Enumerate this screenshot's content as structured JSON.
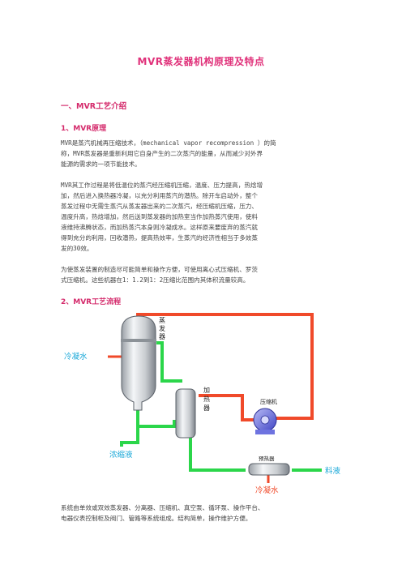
{
  "title": "MVR蒸发器机构原理及特点",
  "section1": {
    "heading": "一、MVR工艺介绍"
  },
  "sub1": {
    "heading": "1、MVR原理"
  },
  "p1": [
    "MVR是蒸汽机械再压缩技术，（mechanical vapor recompression ）的简",
    "称，MVR蒸发器是重新利用它自身产生的二次蒸汽的能量，从而减少对外界",
    "能源的需求的一项节能技术。"
  ],
  "p2": [
    "MVR其工作过程是将低温位的蒸汽经压缩机压缩，温度、压力提高，热焓增",
    "加，然后进入换热器冷凝，以充分利用蒸汽的潜热。除开车启动外，整个",
    "蒸发过程中无需生蒸汽从蒸发器出来的二次蒸汽，经压缩机压缩，压力、",
    "温度升高，热焓增加，然后送到蒸发器的加热室当作加热蒸汽使用，使料",
    "液维持沸腾状态，而加热蒸汽本身则冷凝成水。这样原来要废弃的蒸汽就",
    "得到充分的利用，回收潜热，提高热效率，生蒸汽的经济性相当于多效蒸",
    "发的30效。"
  ],
  "p3": [
    "为使蒸发装置的制造尽可能简单和操作方便，可使用离心式压缩机、罗茨",
    "式压缩机。这些机器在1：1.2到1：2压缩比范围内其体积流量较高。"
  ],
  "sub2": {
    "heading": "2、MVR工艺流程"
  },
  "diagram": {
    "evaporator": "蒸发器",
    "heater": "加热器",
    "compressor": "压缩机",
    "preheater": "预热器",
    "condensate_left": "冷凝水",
    "condensate_bottom": "冷凝水",
    "concentrate": "浓缩液",
    "feed": "料液"
  },
  "p4": [
    "系统由单效或双效蒸发器、分离器、压缩机、真空泵、循环泵、操作平台、",
    "电器仪表控制柜及阀门、管路等系统组成。结构简单，操作维护方便。"
  ],
  "colors": {
    "heading": "#d42a6b",
    "steam_pipe": "#f04a2a",
    "liquid_pipe": "#2bd64a",
    "compressor": "#5a5fd6",
    "label_cyan": "#1aa8d8"
  }
}
